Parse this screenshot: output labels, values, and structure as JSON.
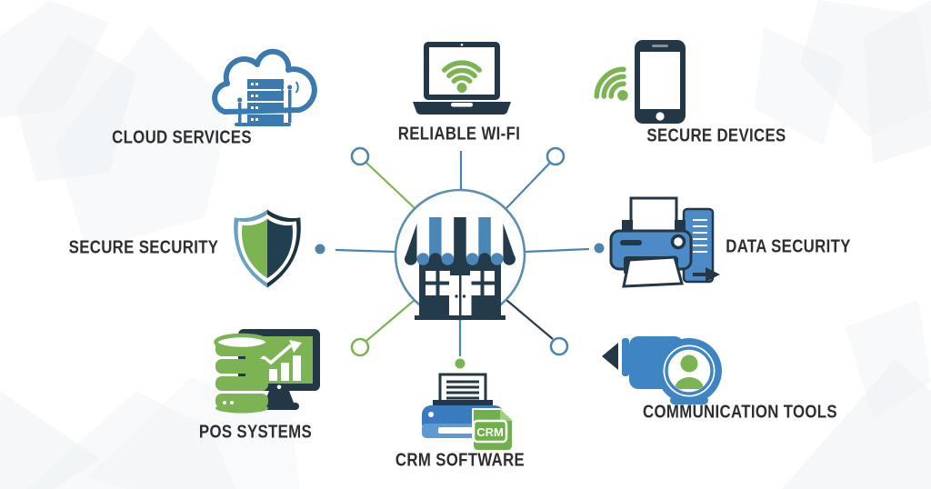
{
  "diagram": {
    "hub": {
      "icon": "storefront-icon"
    },
    "nodes": [
      {
        "id": "cloud-services",
        "label": "CLOUD SERVICES",
        "icon": "cloud-servers-icon"
      },
      {
        "id": "reliable-wifi",
        "label": "RELIABLE WI-FI",
        "icon": "laptop-wifi-icon"
      },
      {
        "id": "secure-devices",
        "label": "SECURE DEVICES",
        "icon": "smartphone-wifi-icon"
      },
      {
        "id": "secure-security",
        "label": "SECURE SECURITY",
        "icon": "shield-icon"
      },
      {
        "id": "data-security",
        "label": "DATA SECURITY",
        "icon": "printer-document-icon"
      },
      {
        "id": "pos-systems",
        "label": "POS SYSTEMS",
        "icon": "monitor-database-icon"
      },
      {
        "id": "crm-software",
        "label": "CRM SOFTWARE",
        "icon": "printer-crm-icon",
        "badge_text": "CRM"
      },
      {
        "id": "communication-tools",
        "label": "COMMUNICATION TOOLS",
        "icon": "video-camera-icon"
      }
    ],
    "colors": {
      "line_blue": "#4d84ad",
      "line_green": "#7cb454",
      "line_navy": "#2b3e4e",
      "icon_blue": "#3f7cb6",
      "icon_body_blue": "#4d8bc8",
      "icon_navy": "#243746",
      "icon_green": "#7cb454",
      "label_text": "#2e2e2e",
      "background": "#ffffff"
    }
  }
}
